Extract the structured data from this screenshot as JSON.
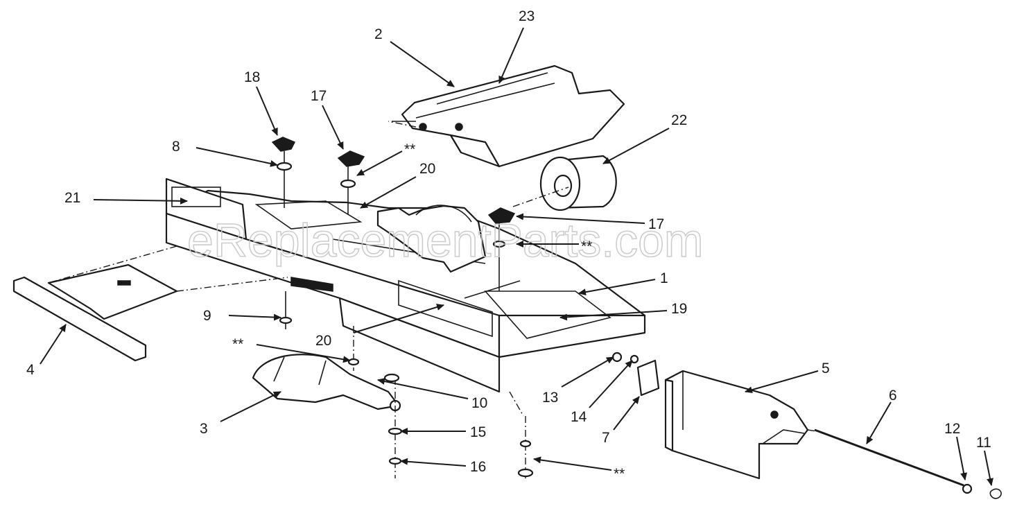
{
  "watermark": "eReplacementParts.com",
  "callouts": {
    "c1": "1",
    "c2": "2",
    "c3": "3",
    "c4": "4",
    "c5": "5",
    "c6": "6",
    "c7": "7",
    "c8": "8",
    "c9": "9",
    "c10": "10",
    "c11": "11",
    "c12": "12",
    "c13": "13",
    "c14": "14",
    "c15": "15",
    "c16": "16",
    "c17a": "17",
    "c17b": "17",
    "c18": "18",
    "c19": "19",
    "c20a": "20",
    "c20b": "20",
    "c21": "21",
    "c22": "22",
    "c23": "23",
    "star_a": "**",
    "star_b": "**",
    "star_c": "**",
    "star_d": "**"
  }
}
